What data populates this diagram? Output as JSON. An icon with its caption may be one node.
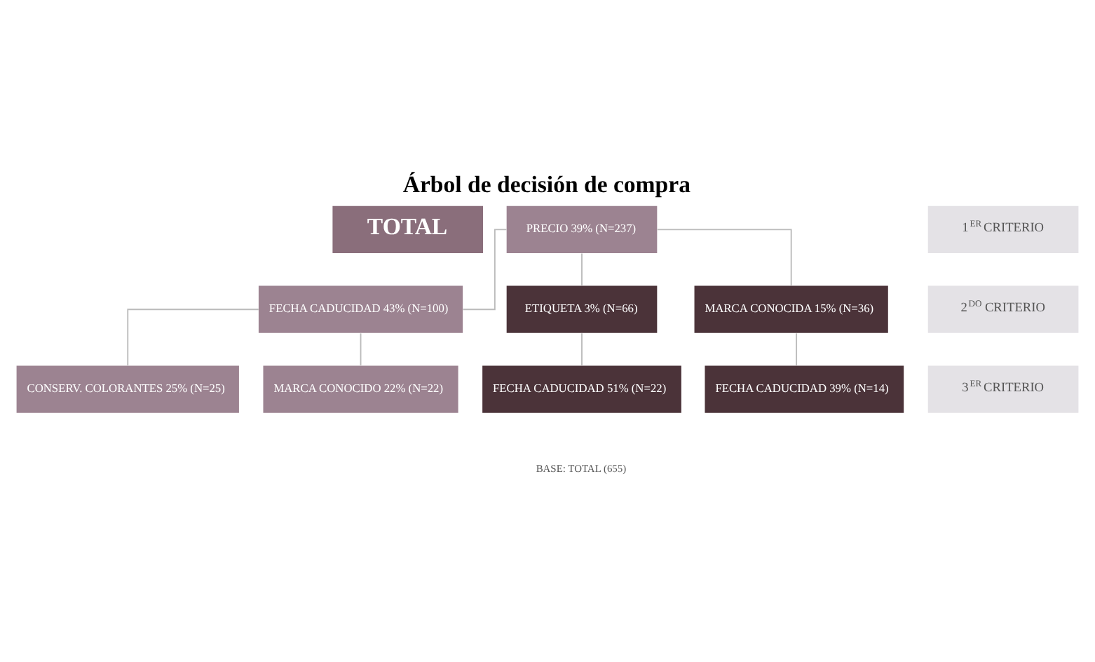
{
  "diagram": {
    "title": "Árbol de decisión de compra",
    "nodes": [
      {
        "text": [
          "TOTAL"
        ]
      },
      {
        "text": [
          "PRECIO 39% (N=237)"
        ]
      },
      {
        "text": [
          "FECHA CADUCIDAD 43% (N=100)"
        ]
      },
      {
        "text": [
          "ETIQUETA 3% (N=66)"
        ]
      },
      {
        "text": [
          "MARCA CONOCIDA 15% (N=36)"
        ]
      },
      {
        "text": [
          "CONSERV. COLORANTES 25% (N=25)"
        ]
      },
      {
        "text": [
          "MARCA CONOCIDO 22% (N=22)"
        ]
      },
      {
        "text": [
          "FECHA CADUCIDAD 51% (N=22)"
        ]
      },
      {
        "text": [
          "FECHA CADUCIDAD 39% (N=14)"
        ]
      },
      {
        "text": [
          "1$^{ER}$ CRITERIO"
        ]
      },
      {
        "text": [
          "2$^{DO}$ CRITERIO"
        ]
      },
      {
        "text": [
          "3$^{ER}$ CRITERIO"
        ]
      }
    ],
    "edges": [
      {
        "from": 1,
        "to": 2,
        "arrow": "none"
      },
      {
        "from": 1,
        "to": 3,
        "arrow": "none"
      },
      {
        "from": 1,
        "to": 4,
        "arrow": "none"
      },
      {
        "from": 2,
        "to": 5,
        "arrow": "none"
      },
      {
        "from": 2,
        "to": 6,
        "arrow": "none"
      },
      {
        "from": 3,
        "to": 7,
        "arrow": "none"
      },
      {
        "from": 4,
        "to": 8,
        "arrow": "none"
      }
    ],
    "labels": [
      "BASE: TOTAL (655)"
    ]
  }
}
